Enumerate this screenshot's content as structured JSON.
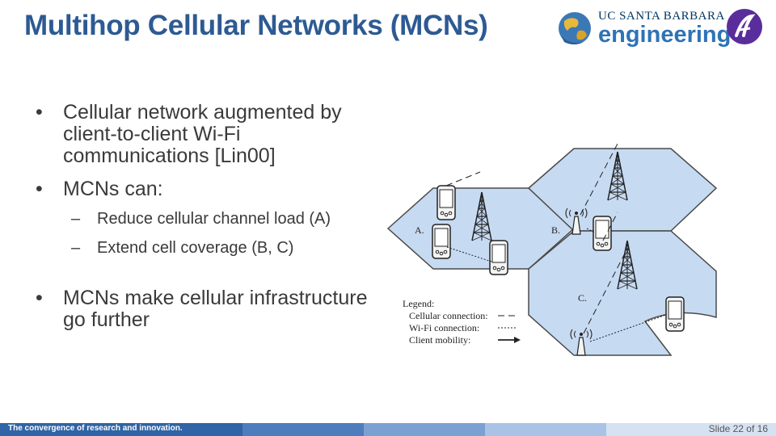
{
  "header": {
    "title": "Multihop Cellular Networks (MCNs)",
    "logo_ucsb_top": "UC SANTA BARBARA",
    "logo_ucsb_bottom": "engineering"
  },
  "bullets": [
    {
      "level": 1,
      "text": "Cellular network augmented by client-to-client Wi-Fi communications [Lin00]"
    },
    {
      "level": 1,
      "text": "MCNs can:"
    },
    {
      "level": 2,
      "text": "Reduce cellular channel load (A)"
    },
    {
      "level": 2,
      "text": "Extend cell coverage (B, C)"
    },
    {
      "level": 1,
      "text": "MCNs make cellular infrastructure go further"
    }
  ],
  "diagram": {
    "labels": {
      "a": "A.",
      "b": "B.",
      "c": "C."
    },
    "legend": {
      "title": "Legend:",
      "cellular": "Cellular connection:",
      "wifi": "Wi-Fi connection:",
      "mobility": "Client mobility:"
    },
    "colors": {
      "cell_fill": "#c6daf2",
      "cell_stroke": "#4a4a4a"
    }
  },
  "footer": {
    "tagline": "The convergence of research and innovation.",
    "slide": "Slide 22 of 16"
  },
  "colors": {
    "title": "#2d5a93",
    "footer_blue": "#2f64a6"
  }
}
